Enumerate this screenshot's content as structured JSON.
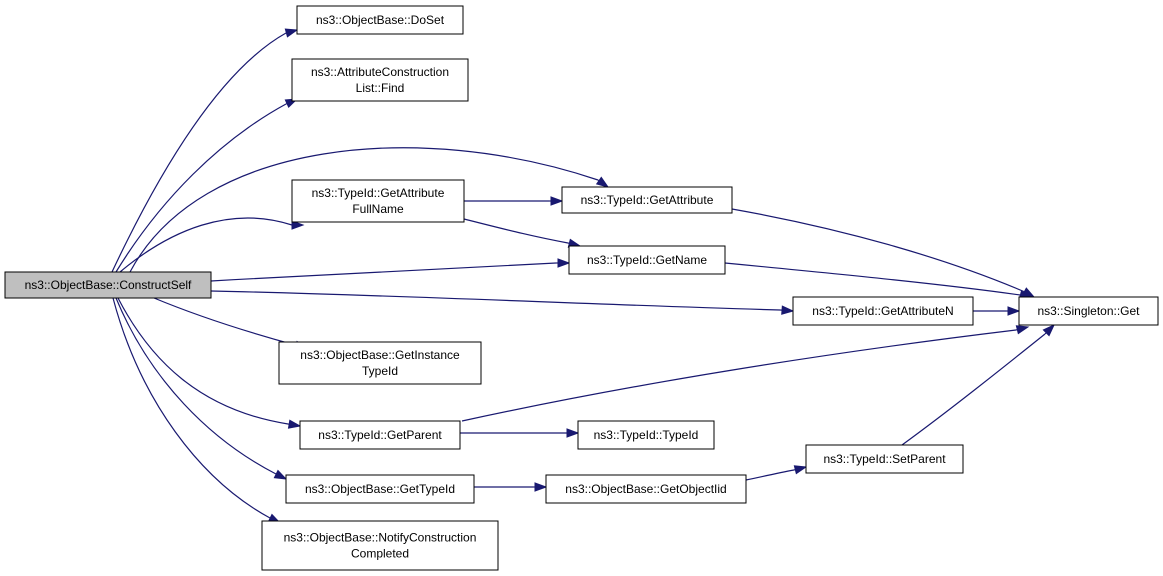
{
  "colors": {
    "edge": "#191970",
    "root_fill": "#bfbfbf",
    "node_fill": "#ffffff",
    "node_border": "#000000"
  },
  "nodes": {
    "construct_self": [
      "ns3::ObjectBase::ConstructSelf"
    ],
    "do_set": [
      "ns3::ObjectBase::DoSet"
    ],
    "find": [
      "ns3::AttributeConstruction",
      "List::Find"
    ],
    "get_attribute_full_name": [
      "ns3::TypeId::GetAttribute",
      "FullName"
    ],
    "get_attribute": [
      "ns3::TypeId::GetAttribute"
    ],
    "get_name": [
      "ns3::TypeId::GetName"
    ],
    "get_attribute_n": [
      "ns3::TypeId::GetAttributeN"
    ],
    "singleton_get": [
      "ns3::Singleton::Get"
    ],
    "get_instance_type_id": [
      "ns3::ObjectBase::GetInstance",
      "TypeId"
    ],
    "get_parent": [
      "ns3::TypeId::GetParent"
    ],
    "type_id": [
      "ns3::TypeId::TypeId"
    ],
    "get_type_id": [
      "ns3::ObjectBase::GetTypeId"
    ],
    "get_object_iid": [
      "ns3::ObjectBase::GetObjectIid"
    ],
    "set_parent": [
      "ns3::TypeId::SetParent"
    ],
    "notify_construction_completed": [
      "ns3::ObjectBase::NotifyConstruction",
      "Completed"
    ]
  }
}
